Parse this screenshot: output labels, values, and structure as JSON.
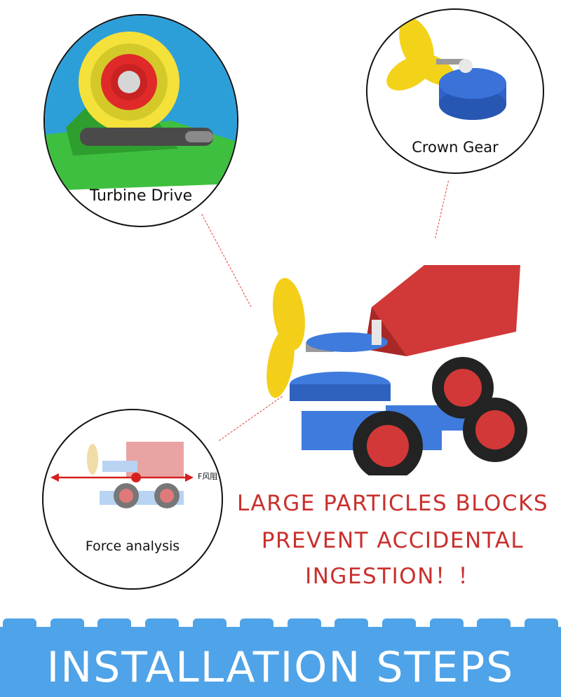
{
  "callouts": {
    "turbine": "Turbine Drive",
    "crown": "Crown Gear",
    "force": "Force analysis",
    "force_symbol": "F风阻"
  },
  "tagline": {
    "line1": "LARGE PARTICLES BLOCKS",
    "line2": "PREVENT ACCIDENTAL",
    "line3": "INGESTION！！"
  },
  "banner": {
    "title": "INSTALLATION STEPS"
  },
  "colors": {
    "banner": "#4fa3e8",
    "tagline": "#c9302c",
    "dashes": "#e0403a"
  }
}
